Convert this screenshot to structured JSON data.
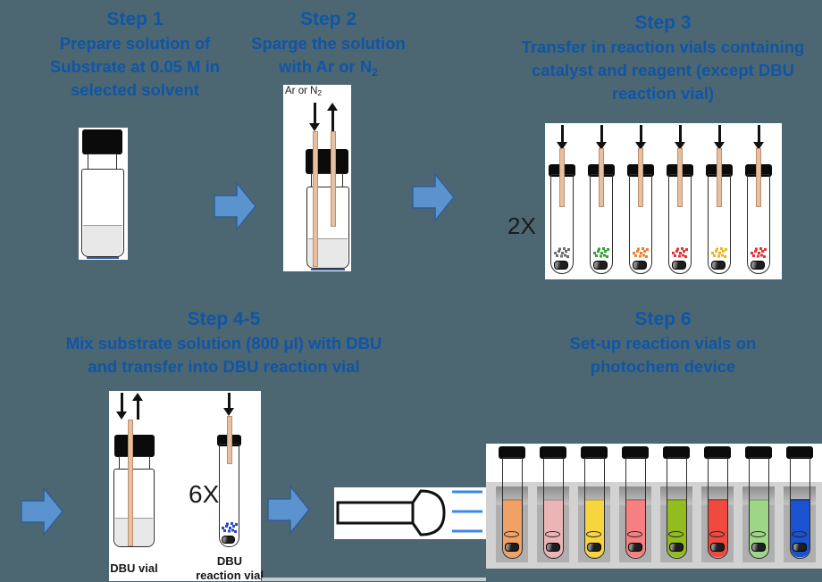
{
  "colors": {
    "background": "#4C6771",
    "heading_blue": "#1055A6",
    "arrow_fill": "#5B93CE",
    "arrow_stroke": "#2F5F96",
    "needle_tan": "#E7C0A1",
    "device_gray": "#D2D2D2",
    "liquid_gray": "#E8E8E8",
    "light_ray_blue": "#3E86E8"
  },
  "step1": {
    "title": "Step 1",
    "line1": "Prepare solution of",
    "line2": "Substrate at 0.05 M in",
    "line3": "selected solvent"
  },
  "step2": {
    "title": "Step 2",
    "line1": "Sparge the solution",
    "line2_main": "with Ar or N",
    "line2_sub": "2",
    "gas_label_main": "Ar or N",
    "gas_label_sub": "2"
  },
  "step3": {
    "title": "Step 3",
    "line1": "Transfer in reaction vials containing",
    "line2": "catalyst and reagent (except DBU",
    "line3": "reaction vial)",
    "multiplier": "2X",
    "speck_colors": [
      "#6E6E6E",
      "#2FA32F",
      "#F0812E",
      "#E23434",
      "#EDB41F",
      "#E23434"
    ]
  },
  "step45": {
    "title": "Step 4-5",
    "line1": "Mix substrate solution (800 μl) with DBU",
    "line2": "and transfer into DBU reaction vial",
    "multiplier": "6X",
    "dbu_vial_label": "DBU vial",
    "reaction_vial_label1": "DBU",
    "reaction_vial_label2": "reaction vial",
    "speck_color": "#2B49C0"
  },
  "step6": {
    "title": "Step 6",
    "line1": "Set-up reaction vials on",
    "line2": "photochem device",
    "liquid_colors": [
      "#F2A164",
      "#EBB5B6",
      "#F6D53F",
      "#F67F82",
      "#93BC20",
      "#F0493F",
      "#9ED687",
      "#1A52CF"
    ]
  }
}
